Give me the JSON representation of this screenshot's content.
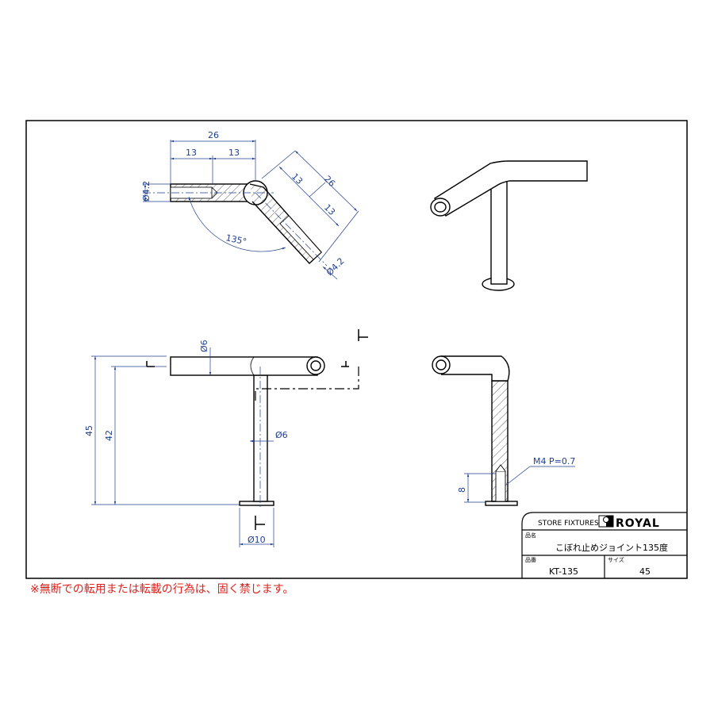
{
  "top_view": {
    "dim_overall": "26",
    "dim_half_a": "13",
    "dim_half_b": "13",
    "dim_diam_left": "Ø4.2",
    "dim_diag_overall": "26",
    "dim_diag_a": "13",
    "dim_diag_b": "13",
    "dim_diam_right": "Ø4.2",
    "angle": "135°"
  },
  "front_view": {
    "dim_height_total": "45",
    "dim_height_inner": "42",
    "dim_bar_diam": "Ø6",
    "dim_post_diam": "Ø6",
    "dim_base_diam": "Ø10"
  },
  "section_view": {
    "thread": "M4 P=0.7",
    "thread_depth": "8"
  },
  "title_block": {
    "company_tag": "STORE FIXTURES",
    "brand": "ROYAL",
    "name_label": "品名",
    "name_value": "こぼれ止めジョイント135度",
    "part_no_label": "品番",
    "part_no_value": "KT-135",
    "size_label": "サイズ",
    "size_value": "45"
  },
  "footer_notice": "※無断での転用または転載の行為は、固く禁じます。",
  "colors": {
    "dimension": "#1f3f8f",
    "notice": "#e0201c"
  }
}
